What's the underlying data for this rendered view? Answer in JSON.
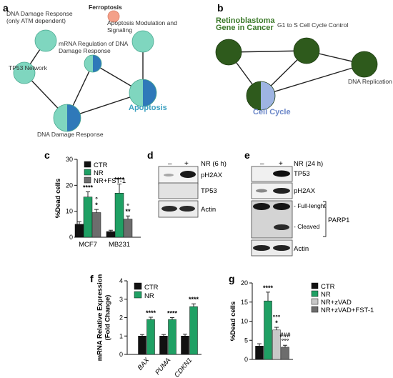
{
  "panels": {
    "a": "a",
    "b": "b",
    "c": "c",
    "d": "d",
    "e": "e",
    "f": "f",
    "g": "g"
  },
  "colors": {
    "node_teal": "#7fd6bf",
    "node_teal_stroke": "#4aa890",
    "node_blue": "#2f79b9",
    "ferroptosis": "#f4a089",
    "apoptosis_text": "#3aa0c0",
    "node_green": "#2e5a1c",
    "node_lav": "#9eb4e2",
    "retino_text": "#3c7a2a",
    "cellcycle_text": "#6a86c8",
    "ctr": "#111111",
    "nr": "#1fa064",
    "fst": "#6d6d6d",
    "zvad": "#c8c8c8"
  },
  "network_a": {
    "nodes": [
      {
        "id": "ddr_atm",
        "label": "DNA Damage Response\n(only ATM dependent)",
        "style": "teal"
      },
      {
        "id": "ferroptosis",
        "label": "Ferroptosis",
        "style": "salmon"
      },
      {
        "id": "apop_mod",
        "label": "Apoptosis Modulation and\nSignaling",
        "style": "teal"
      },
      {
        "id": "mrna_reg",
        "label": "mRNA Regulation of DNA\nDamage Response",
        "style": "split"
      },
      {
        "id": "tp53",
        "label": "TP53 Network",
        "style": "teal"
      },
      {
        "id": "apoptosis",
        "label": "Apoptosis",
        "style": "split"
      },
      {
        "id": "ddr",
        "label": "DNA Damage Response",
        "style": "split"
      }
    ],
    "edges": [
      [
        "ddr_atm",
        "tp53"
      ],
      [
        "tp53",
        "ddr"
      ],
      [
        "ddr",
        "mrna_reg"
      ],
      [
        "ddr",
        "apoptosis"
      ],
      [
        "mrna_reg",
        "apoptosis"
      ],
      [
        "apop_mod",
        "apoptosis"
      ]
    ]
  },
  "network_b": {
    "nodes": [
      {
        "id": "retino",
        "label": "Retinoblastoma\nGene in Cancer",
        "style": "green"
      },
      {
        "id": "g1s",
        "label": "G1 to S Cell Cycle Control",
        "style": "green"
      },
      {
        "id": "dnarep",
        "label": "DNA Replication",
        "style": "green"
      },
      {
        "id": "cellcycle",
        "label": "Cell Cycle",
        "style": "split"
      }
    ],
    "edges": [
      [
        "retino",
        "g1s"
      ],
      [
        "retino",
        "cellcycle"
      ],
      [
        "g1s",
        "cellcycle"
      ],
      [
        "g1s",
        "dnarep"
      ],
      [
        "cellcycle",
        "dnarep"
      ]
    ]
  },
  "blot_d": {
    "header": "NR (6 h)",
    "lanes": [
      "–",
      "+"
    ],
    "bands": [
      "pH2AX",
      "TP53",
      "Actin"
    ]
  },
  "blot_e": {
    "header": "NR (24 h)",
    "lanes": [
      "–",
      "+"
    ],
    "bands": [
      "TP53",
      "pH2AX",
      "Actin"
    ],
    "parp1": {
      "label": "PARP1",
      "full": "- Full-lenght",
      "cleaved": "- Cleaved"
    }
  },
  "chart_data": [
    {
      "panel": "c",
      "type": "bar",
      "categories": [
        "MCF7",
        "MB231"
      ],
      "ylabel": "%Dead cells",
      "ylim": [
        0,
        30
      ],
      "yticks": [
        0,
        10,
        20,
        30
      ],
      "legend_position": "top-left",
      "series": [
        {
          "name": "CTR",
          "values": [
            5,
            2.2
          ],
          "errors": [
            1.0,
            0.5
          ]
        },
        {
          "name": "NR",
          "values": [
            15.5,
            17
          ],
          "errors": [
            2.0,
            3.5
          ]
        },
        {
          "name": "NR+FST-1",
          "values": [
            9.5,
            7
          ],
          "errors": [
            1.2,
            1.2
          ]
        }
      ],
      "annotations": [
        {
          "category": 0,
          "series": 1,
          "lines": [
            "****"
          ]
        },
        {
          "category": 0,
          "series": 2,
          "lines": [
            "°",
            "*"
          ]
        },
        {
          "category": 1,
          "series": 1,
          "lines": [
            "****"
          ]
        },
        {
          "category": 1,
          "series": 2,
          "lines": [
            "°",
            "**"
          ]
        }
      ]
    },
    {
      "panel": "f",
      "type": "bar",
      "categories": [
        "BAX",
        "PUMA",
        "CDKN1"
      ],
      "ylabel": "mRNA Relative Expression\n(Fold Change)",
      "ylim": [
        0,
        4
      ],
      "yticks": [
        0,
        1,
        2,
        3,
        4
      ],
      "legend_position": "top-left",
      "series": [
        {
          "name": "CTR",
          "values": [
            1,
            1,
            1
          ],
          "errors": [
            0.08,
            0.08,
            0.1
          ]
        },
        {
          "name": "NR",
          "values": [
            1.9,
            1.9,
            2.6
          ],
          "errors": [
            0.12,
            0.1,
            0.15
          ]
        }
      ],
      "annotations": [
        {
          "category": 0,
          "series": 1,
          "lines": [
            "****"
          ]
        },
        {
          "category": 1,
          "series": 1,
          "lines": [
            "****"
          ]
        },
        {
          "category": 2,
          "series": 1,
          "lines": [
            "****"
          ]
        }
      ]
    },
    {
      "panel": "g",
      "type": "bar",
      "categories": [
        ""
      ],
      "ylabel": "%Dead cells",
      "ylim": [
        0,
        20
      ],
      "yticks": [
        0,
        5,
        10,
        15,
        20
      ],
      "legend_position": "right",
      "series": [
        {
          "name": "CTR",
          "values": [
            3.5
          ],
          "errors": [
            0.6
          ]
        },
        {
          "name": "NR",
          "values": [
            15.3
          ],
          "errors": [
            2.3
          ]
        },
        {
          "name": "NR+zVAD",
          "values": [
            7.7
          ],
          "errors": [
            0.7
          ]
        },
        {
          "name": "NR+zVAD+FST-1",
          "values": [
            3.2
          ],
          "errors": [
            0.5
          ]
        }
      ],
      "annotations": [
        {
          "category": 0,
          "series": 1,
          "lines": [
            "****"
          ]
        },
        {
          "category": 0,
          "series": 2,
          "lines": [
            "°°°",
            "*"
          ]
        },
        {
          "category": 0,
          "series": 3,
          "lines": [
            "###",
            "°°°"
          ]
        }
      ]
    }
  ]
}
